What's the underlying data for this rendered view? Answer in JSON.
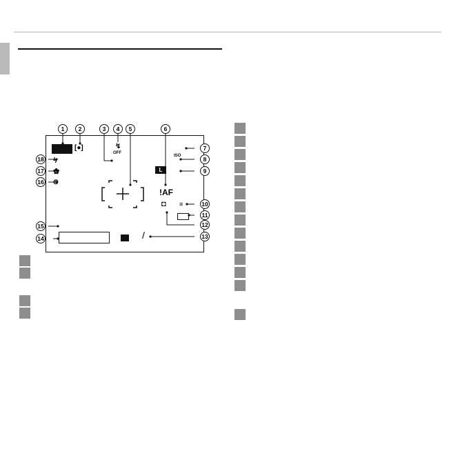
{
  "lcd": {
    "iso_label": "ISO",
    "flash_off_label": "OFF",
    "af_warning_label": "!AF",
    "slash_label": "/",
    "image_size_label": "L"
  },
  "callouts": [
    "1",
    "2",
    "3",
    "4",
    "5",
    "6",
    "7",
    "8",
    "9",
    "10",
    "11",
    "12",
    "13",
    "14",
    "15",
    "16",
    "17",
    "18"
  ],
  "icons": [
    "face-detection-icon",
    "flash-off-icon",
    "flash-icon",
    "macro-icon",
    "self-timer-icon",
    "image-size-icon",
    "film-simulation-icon",
    "battery-icon",
    "exposure-compensation-icon",
    "camera-shake-warning-icon",
    "focus-frame-icon"
  ],
  "colors": {
    "key_square": "#8e8e8e",
    "lcd_border": "#111111"
  }
}
